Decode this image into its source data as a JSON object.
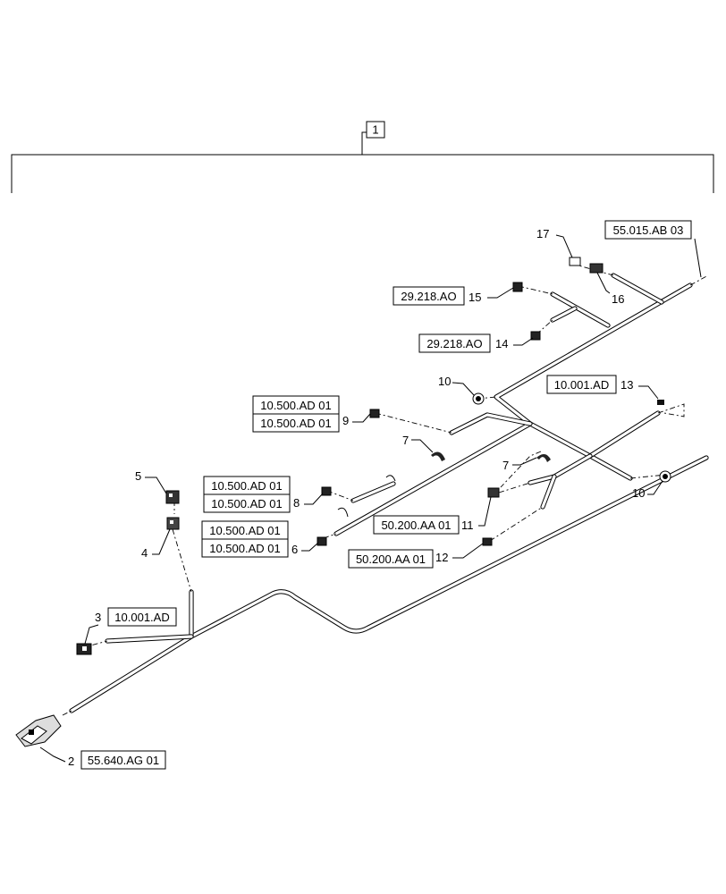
{
  "assembly": {
    "item": "1"
  },
  "references": [
    {
      "id": "ref-55-015",
      "code": "55.015.AB 03"
    },
    {
      "id": "ref-29-218-a",
      "code": "29.218.AO"
    },
    {
      "id": "ref-29-218-b",
      "code": "29.218.AO"
    },
    {
      "id": "ref-10-001-a",
      "code": "10.001.AD"
    },
    {
      "id": "ref-10-500-9a",
      "code": "10.500.AD 01"
    },
    {
      "id": "ref-10-500-9b",
      "code": "10.500.AD 01"
    },
    {
      "id": "ref-10-500-8a",
      "code": "10.500.AD 01"
    },
    {
      "id": "ref-10-500-8b",
      "code": "10.500.AD 01"
    },
    {
      "id": "ref-10-500-6a",
      "code": "10.500.AD 01"
    },
    {
      "id": "ref-10-500-6b",
      "code": "10.500.AD 01"
    },
    {
      "id": "ref-50-200-11",
      "code": "50.200.AA 01"
    },
    {
      "id": "ref-50-200-12",
      "code": "50.200.AA 01"
    },
    {
      "id": "ref-10-001-b",
      "code": "10.001.AD"
    },
    {
      "id": "ref-55-640",
      "code": "55.640.AG 01"
    }
  ],
  "callouts": [
    {
      "id": "c17",
      "num": "17"
    },
    {
      "id": "c16",
      "num": "16"
    },
    {
      "id": "c15",
      "num": "15"
    },
    {
      "id": "c14",
      "num": "14"
    },
    {
      "id": "c10a",
      "num": "10"
    },
    {
      "id": "c13",
      "num": "13"
    },
    {
      "id": "c9",
      "num": "9"
    },
    {
      "id": "c7a",
      "num": "7"
    },
    {
      "id": "c7b",
      "num": "7"
    },
    {
      "id": "c10b",
      "num": "10"
    },
    {
      "id": "c5",
      "num": "5"
    },
    {
      "id": "c8",
      "num": "8"
    },
    {
      "id": "c11",
      "num": "11"
    },
    {
      "id": "c4",
      "num": "4"
    },
    {
      "id": "c6",
      "num": "6"
    },
    {
      "id": "c12",
      "num": "12"
    },
    {
      "id": "c3",
      "num": "3"
    },
    {
      "id": "c2",
      "num": "2"
    }
  ]
}
